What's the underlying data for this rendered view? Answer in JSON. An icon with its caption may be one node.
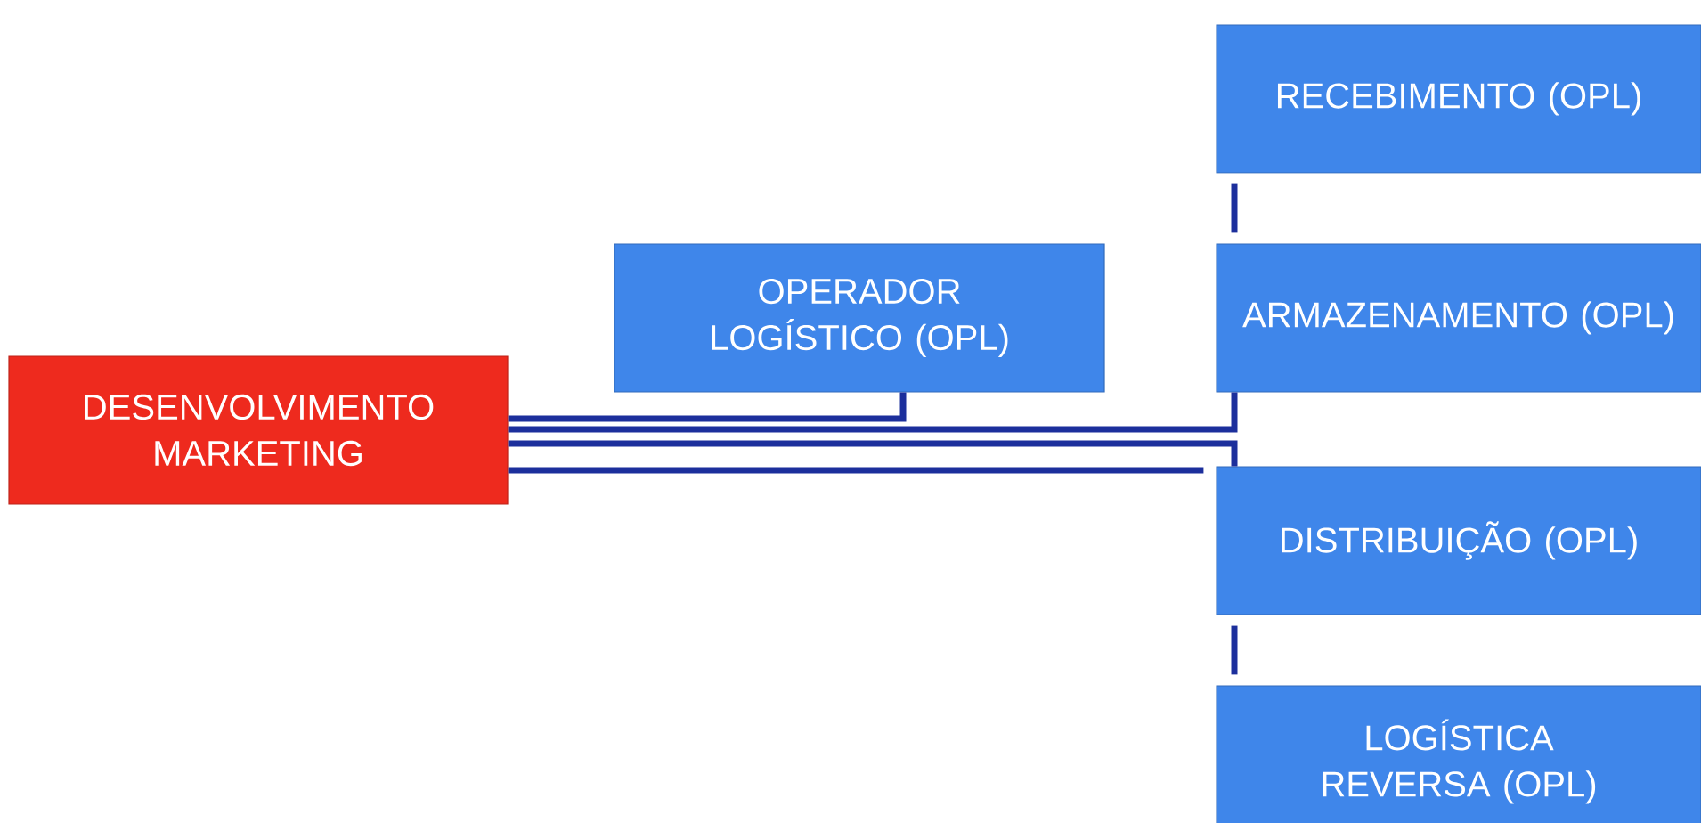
{
  "diagram": {
    "nodes": [
      {
        "text": [
          "DESENVOLVIMENTO MARKETING"
        ]
      },
      {
        "text": [
          "OPERADOR LOGÍSTICO (OPL)"
        ]
      },
      {
        "text": [
          "RECEBIMENTO (OPL)"
        ]
      },
      {
        "text": [
          "ARMAZENAMENTO (OPL)"
        ]
      },
      {
        "text": [
          "DISTRIBUIÇÃO (OPL)"
        ]
      },
      {
        "text": [
          "LOGÍSTICA REVERSA (OPL)"
        ]
      }
    ],
    "edges": [
      {
        "from": 0,
        "to": 1,
        "arrow": "none"
      },
      {
        "from": 0,
        "to": 3,
        "arrow": "none"
      },
      {
        "from": 0,
        "to": 4,
        "arrow": "none"
      },
      {
        "from": 0,
        "to": 4,
        "arrow": "none"
      },
      {
        "from": 2,
        "to": 3,
        "arrow": "none"
      },
      {
        "from": 4,
        "to": 5,
        "arrow": "none"
      }
    ]
  }
}
